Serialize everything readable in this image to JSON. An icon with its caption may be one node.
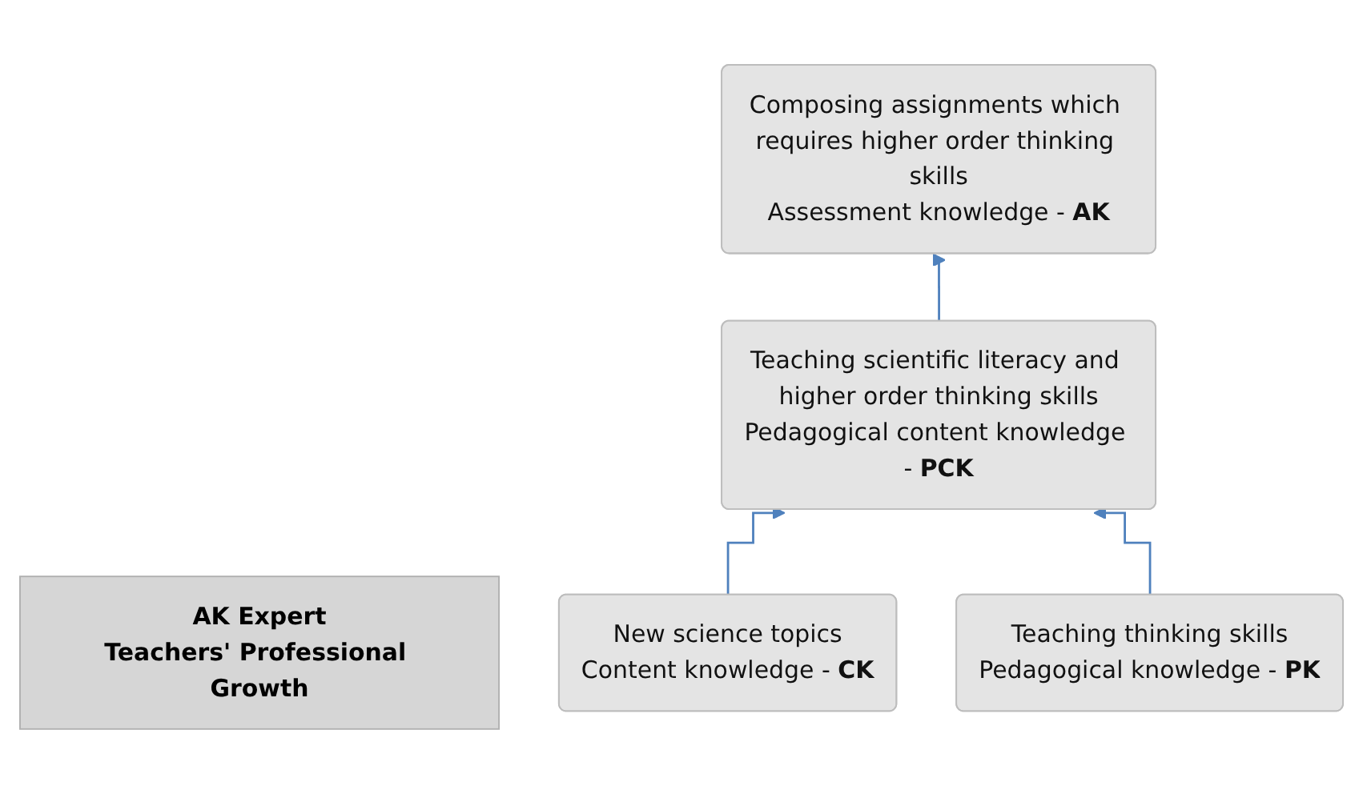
{
  "diagram": {
    "nodes": [
      {
        "text": [
          "AK Expert",
          "Teachers' Professional Growth"
        ]
      },
      {
        "text": [
          "Composing assignments which requires higher order thinking skills",
          "Assessment knowledge - **AK**"
        ]
      },
      {
        "text": [
          "Teaching scientific literacy and higher order thinking skills",
          "Pedagogical content knowledge - **PCK**"
        ]
      },
      {
        "text": [
          "New science topics",
          "Content knowledge - **CK**"
        ]
      },
      {
        "text": [
          "Teaching thinking skills",
          "Pedagogical knowledge - **PK**"
        ]
      }
    ],
    "edges": [
      {
        "from": 2,
        "to": 1,
        "arrow": "to"
      },
      {
        "from": 3,
        "to": 2,
        "arrow": "to"
      },
      {
        "from": 4,
        "to": 2,
        "arrow": "to"
      }
    ]
  }
}
